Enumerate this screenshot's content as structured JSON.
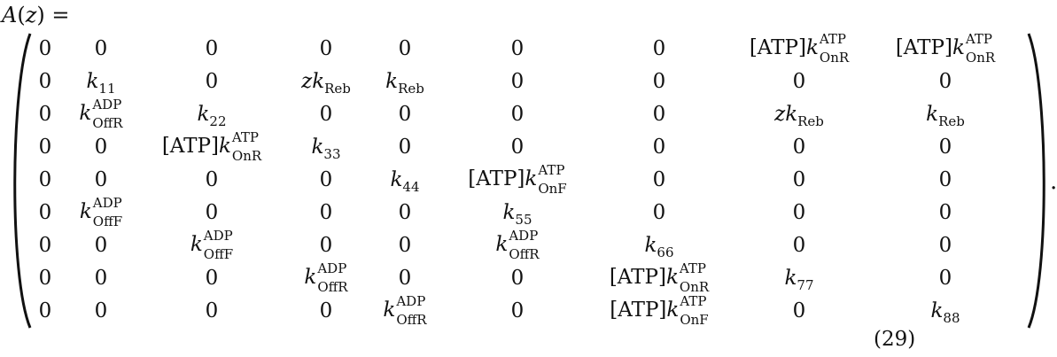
{
  "equation": {
    "lhs": {
      "var": "A",
      "open": "(",
      "arg": "z",
      "close": ")",
      "eq": " ="
    },
    "number": "(29)",
    "period": ".",
    "matrix": [
      [
        "0",
        "0",
        "0",
        "0",
        "0",
        "0",
        "0",
        "[ATP]k^{ATP}_{OnR}",
        "[ATP]k^{ATP}_{OnR}"
      ],
      [
        "0",
        "k_{11}",
        "0",
        "zk_{Reb}",
        "k_{Reb}",
        "0",
        "0",
        "0",
        "0"
      ],
      [
        "0",
        "k^{ADP}_{OffR}",
        "k_{22}",
        "0",
        "0",
        "0",
        "0",
        "zk_{Reb}",
        "k_{Reb}"
      ],
      [
        "0",
        "0",
        "[ATP]k^{ATP}_{OnR}",
        "k_{33}",
        "0",
        "0",
        "0",
        "0",
        "0"
      ],
      [
        "0",
        "0",
        "0",
        "0",
        "k_{44}",
        "[ATP]k^{ATP}_{OnF}",
        "0",
        "0",
        "0"
      ],
      [
        "0",
        "k^{ADP}_{OffF}",
        "0",
        "0",
        "0",
        "k_{55}",
        "0",
        "0",
        "0"
      ],
      [
        "0",
        "0",
        "k^{ADP}_{OffF}",
        "0",
        "0",
        "k^{ADP}_{OffR}",
        "k_{66}",
        "0",
        "0"
      ],
      [
        "0",
        "0",
        "0",
        "k^{ADP}_{OffR}",
        "0",
        "0",
        "[ATP]k^{ATP}_{OnR}",
        "k_{77}",
        "0"
      ],
      [
        "0",
        "0",
        "0",
        "0",
        "k^{ADP}_{OffR}",
        "0",
        "[ATP]k^{ATP}_{OnF}",
        "0",
        "k_{88}"
      ]
    ]
  }
}
